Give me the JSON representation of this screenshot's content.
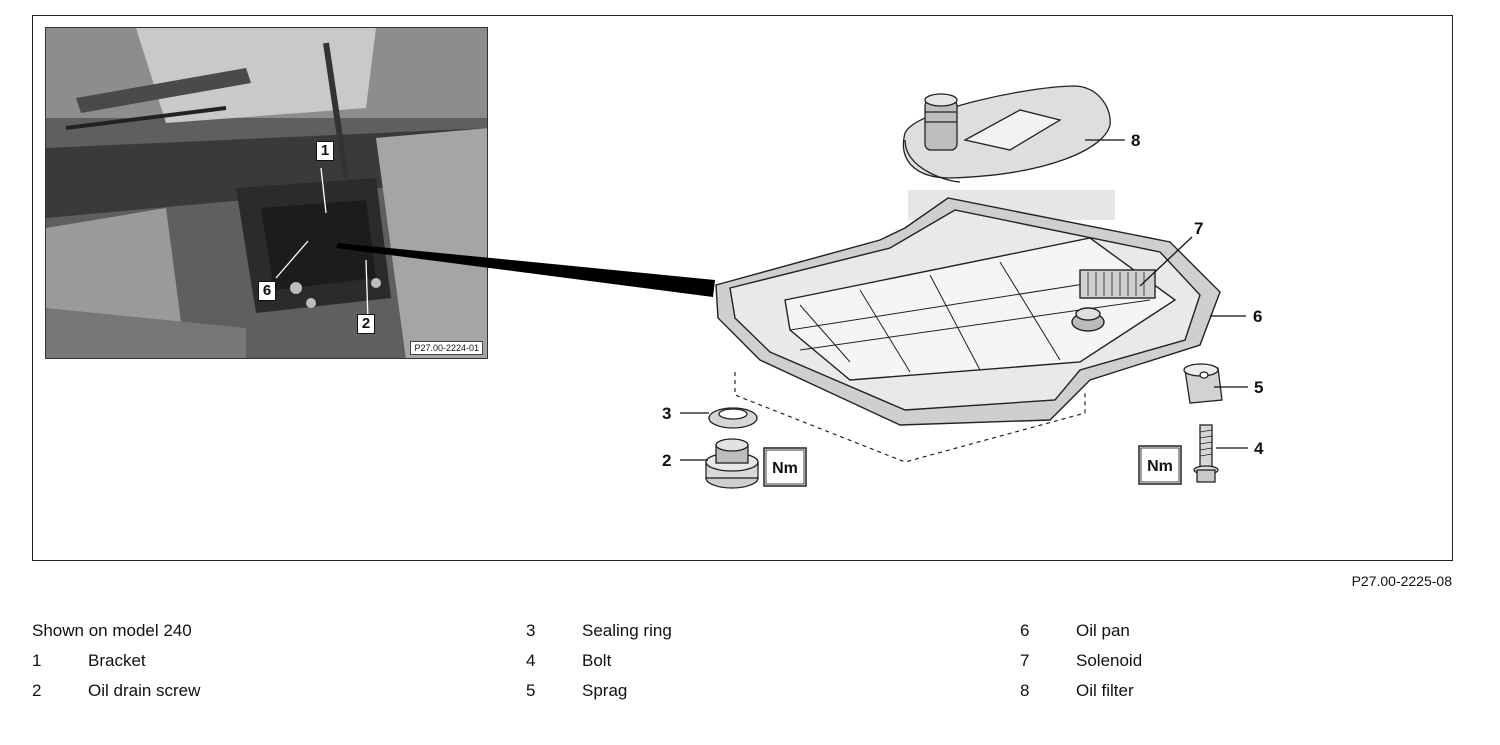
{
  "photo": {
    "ref": "P27.00-2224-01",
    "callouts": [
      "1",
      "6",
      "2"
    ]
  },
  "diagram": {
    "callouts": [
      "8",
      "7",
      "6",
      "5",
      "4",
      "3",
      "2"
    ],
    "torque_label": "Nm"
  },
  "figure_ref": "P27.00-2225-08",
  "legend": {
    "note": "Shown on model 240",
    "items": [
      {
        "num": "1",
        "label": "Bracket"
      },
      {
        "num": "2",
        "label": "Oil drain screw"
      },
      {
        "num": "3",
        "label": "Sealing ring"
      },
      {
        "num": "4",
        "label": "Bolt"
      },
      {
        "num": "5",
        "label": "Sprag"
      },
      {
        "num": "6",
        "label": "Oil pan"
      },
      {
        "num": "7",
        "label": "Solenoid"
      },
      {
        "num": "8",
        "label": "Oil filter"
      }
    ]
  }
}
